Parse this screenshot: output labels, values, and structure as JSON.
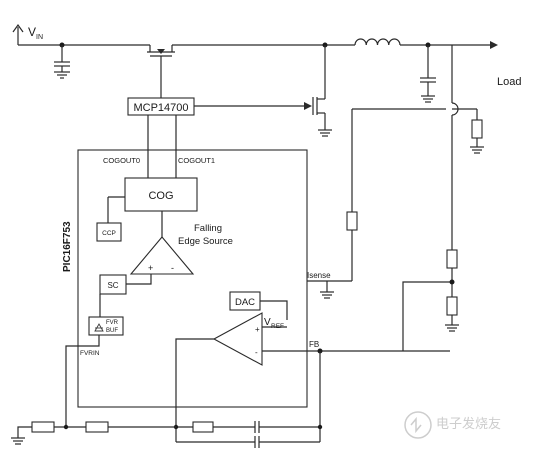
{
  "labels": {
    "vin_main": "V",
    "vin_sub": "IN",
    "driver": "MCP14700",
    "cogout0": "COGOUT0",
    "cogout1": "COGOUT1",
    "cog": "COG",
    "ccp": "CCP",
    "falling_line1": "Falling",
    "falling_line2": "Edge Source",
    "chip": "PIC16F753",
    "sc": "SC",
    "fvr_line1": "FVR",
    "fvr_line2": "BUF",
    "fvrin": "FVRIN",
    "dac": "DAC",
    "vref_main": "V",
    "vref_sub": "REF",
    "isense": "Isense",
    "fb": "FB",
    "load": "Load",
    "plus": "+",
    "minus": "-",
    "watermark": "电子发烧友"
  },
  "colors": {
    "wire": "#2a2a2a",
    "text": "#1a1a1a",
    "watermark": "#b8b8b8"
  }
}
